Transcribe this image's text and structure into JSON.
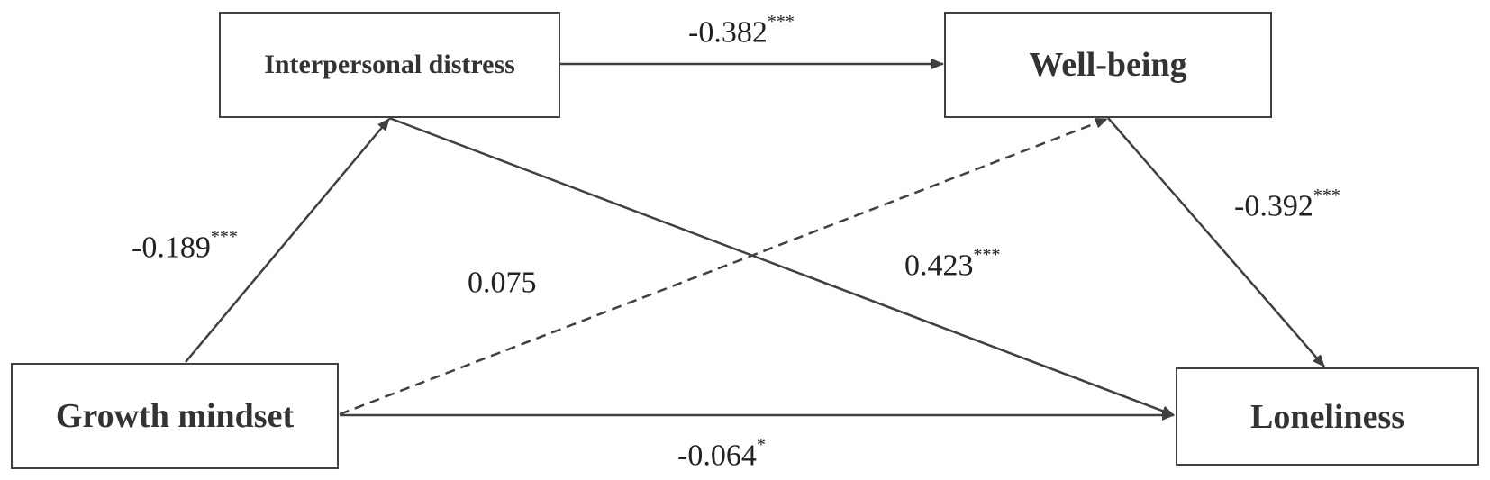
{
  "nodes": {
    "interpersonal_distress": "Interpersonal distress",
    "well_being": "Well-being",
    "growth_mindset": "Growth mindset",
    "loneliness": "Loneliness"
  },
  "paths": {
    "interpersonal_to_wellbeing": {
      "value": "-0.382",
      "sig": "***",
      "line": "solid"
    },
    "growth_to_interpersonal": {
      "value": "-0.189",
      "sig": "***",
      "line": "solid"
    },
    "growth_to_wellbeing": {
      "value": "0.075",
      "sig": "",
      "line": "dashed"
    },
    "interpersonal_to_loneliness": {
      "value": "0.423",
      "sig": "***",
      "line": "solid"
    },
    "wellbeing_to_loneliness": {
      "value": "-0.392",
      "sig": "***",
      "line": "solid"
    },
    "growth_to_loneliness": {
      "value": "-0.064",
      "sig": "*",
      "line": "solid"
    }
  },
  "colors": {
    "line": "#404040",
    "text": "#333333",
    "background": "#ffffff"
  }
}
